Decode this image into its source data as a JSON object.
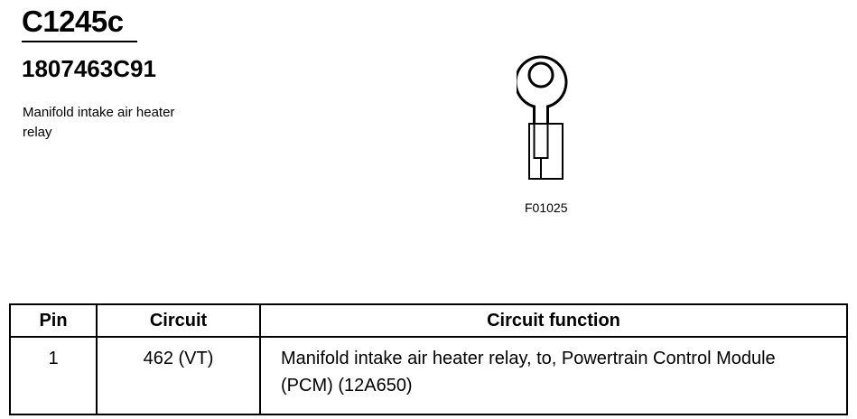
{
  "connector": {
    "id": "C1245c",
    "part_number": "1807463C91",
    "description": "Manifold intake air heater relay"
  },
  "figure": {
    "icon": "ring-terminal-icon",
    "code": "F01025"
  },
  "pin_table": {
    "headers": [
      "Pin",
      "Circuit",
      "Circuit function"
    ],
    "rows": [
      {
        "pin": "1",
        "circuit": "462 (VT)",
        "function": "Manifold intake air heater relay, to, Powertrain Control Module (PCM) (12A650)"
      }
    ]
  }
}
